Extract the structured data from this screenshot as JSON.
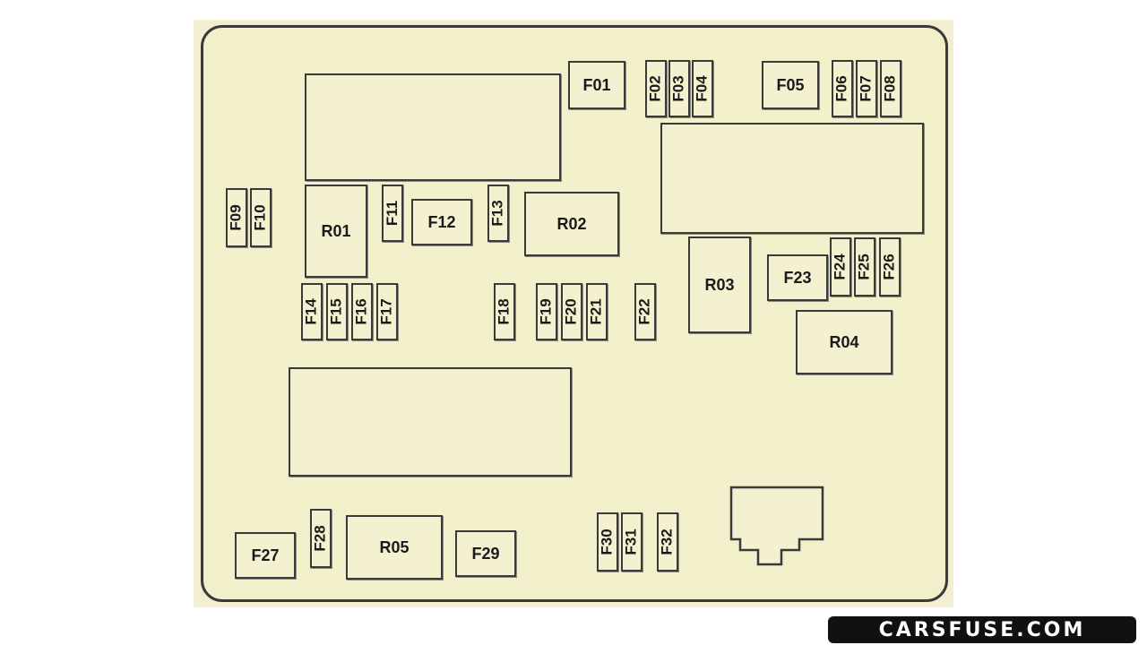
{
  "fuses": {
    "F01": "F01",
    "F02": "F02",
    "F03": "F03",
    "F04": "F04",
    "F05": "F05",
    "F06": "F06",
    "F07": "F07",
    "F08": "F08",
    "F09": "F09",
    "F10": "F10",
    "F11": "F11",
    "F12": "F12",
    "F13": "F13",
    "F14": "F14",
    "F15": "F15",
    "F16": "F16",
    "F17": "F17",
    "F18": "F18",
    "F19": "F19",
    "F20": "F20",
    "F21": "F21",
    "F22": "F22",
    "F23": "F23",
    "F24": "F24",
    "F25": "F25",
    "F26": "F26",
    "F27": "F27",
    "F28": "F28",
    "F29": "F29",
    "F30": "F30",
    "F31": "F31",
    "F32": "F32"
  },
  "relays": {
    "R01": "R01",
    "R02": "R02",
    "R03": "R03",
    "R04": "R04",
    "R05": "R05"
  },
  "watermark": "CARSFUSE.COM"
}
